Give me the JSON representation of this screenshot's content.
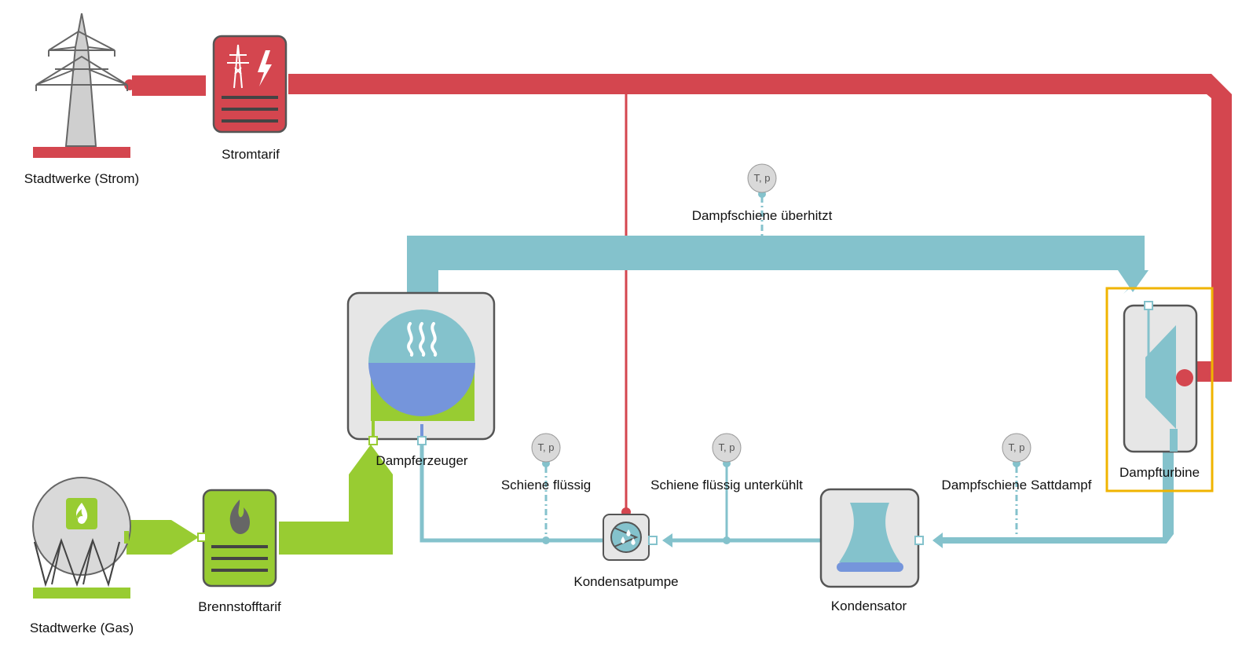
{
  "colors": {
    "electric": "#d4464f",
    "steam": "#84c2cc",
    "fuel": "#98cc32",
    "box_fill": "#e6e6e6",
    "box_stroke": "#555555",
    "water": "#7595db",
    "selection": "#f0b400",
    "sensor_fill": "#d9d9d9"
  },
  "components": {
    "grid_power": {
      "label": "Stadtwerke (Strom)",
      "icon": "power-pylon-icon"
    },
    "power_tariff": {
      "label": "Stromtarif",
      "icon": "power-tariff-icon"
    },
    "gas_supply": {
      "label": "Stadtwerke (Gas)",
      "icon": "gas-tank-icon"
    },
    "fuel_tariff": {
      "label": "Brennstofftarif",
      "icon": "fuel-tariff-icon"
    },
    "steam_generator": {
      "label": "Dampferzeuger",
      "icon": "boiler-drum-icon"
    },
    "steam_turbine": {
      "label": "Dampfturbine",
      "icon": "turbine-icon",
      "selected": true
    },
    "condensate_pump": {
      "label": "Kondensatpumpe",
      "icon": "pump-icon"
    },
    "condenser": {
      "label": "Kondensator",
      "icon": "cooling-tower-icon"
    }
  },
  "busbars": {
    "superheated": {
      "label": "Dampfschiene überhitzt",
      "sensor": "T, p"
    },
    "liquid": {
      "label": "Schiene flüssig",
      "sensor": "T, p"
    },
    "subcooled": {
      "label": "Schiene flüssig unterkühlt",
      "sensor": "T, p"
    },
    "saturated": {
      "label": "Dampfschiene Sattdampf",
      "sensor": "T, p"
    }
  }
}
